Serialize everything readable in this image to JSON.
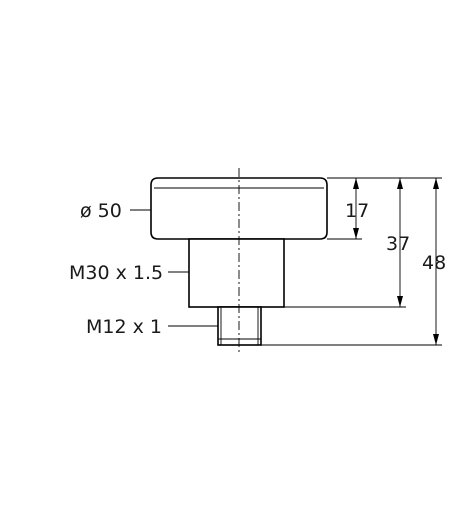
{
  "labels": {
    "cap_diameter": "ø 50",
    "housing_thread": "M30 x 1.5",
    "connector_thread": "M12 x 1"
  },
  "dimensions": {
    "cap_height": "17",
    "cap_plus_housing_height": "37",
    "total_height": "48"
  }
}
